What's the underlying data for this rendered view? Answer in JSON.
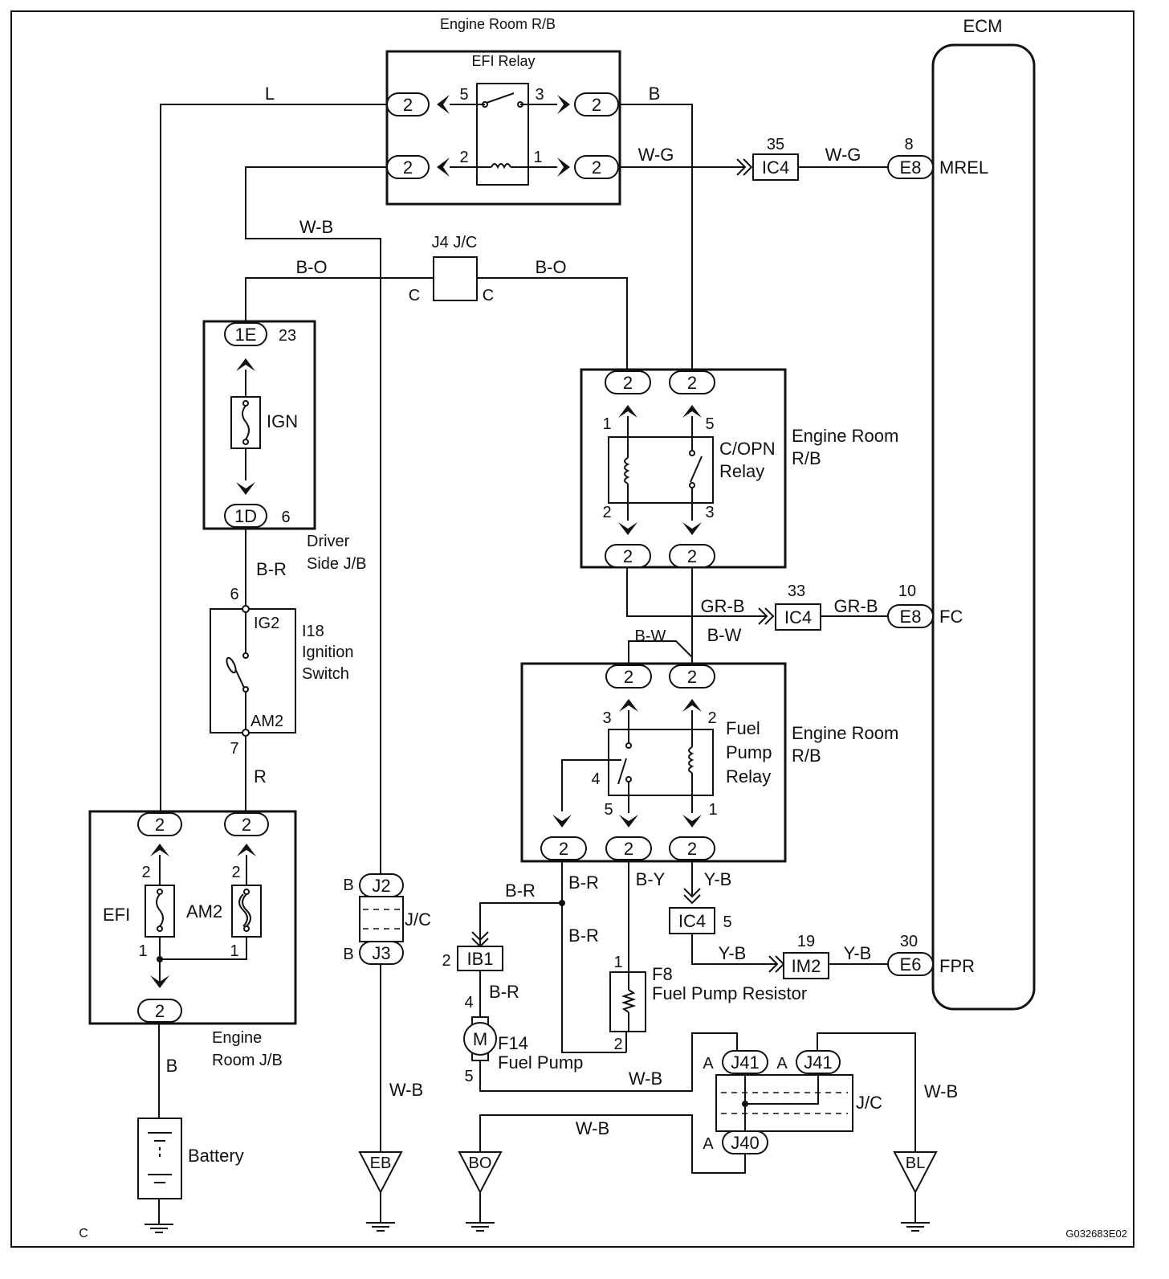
{
  "title": "Engine Room R/B",
  "efi_relay": {
    "label": "EFI Relay",
    "pin5": "5",
    "pin3": "3",
    "pin2": "2",
    "pin1": "1",
    "conn": "2"
  },
  "ecm": {
    "label": "ECM",
    "mrel": {
      "pin": "8",
      "conn": "E8",
      "name": "MREL"
    },
    "fc": {
      "pin": "10",
      "conn": "E8",
      "name": "FC"
    },
    "fpr": {
      "pin": "30",
      "conn": "E6",
      "name": "FPR"
    }
  },
  "ic4": {
    "label": "IC4",
    "pin_mrel": "35",
    "pin_fc": "33",
    "pin_fp": "5"
  },
  "wires": {
    "L": "L",
    "B": "B",
    "WG": "W-G",
    "WB": "W-B",
    "BO": "B-O",
    "BR": "B-R",
    "R": "R",
    "GRB": "GR-B",
    "BW": "B-W",
    "BY": "B-Y",
    "YB": "Y-B"
  },
  "j4": {
    "label": "J4 J/C",
    "c": "C"
  },
  "driver_jb": {
    "label_line1": "Driver",
    "label_line2": "Side J/B",
    "c1e": "1E",
    "pin23": "23",
    "fuse": "IGN",
    "c1d": "1D",
    "pin6": "6"
  },
  "copn_relay": {
    "line1": "C/OPN",
    "line2": "Relay",
    "rb1": "Engine Room",
    "rb2": "R/B",
    "p1": "1",
    "p5": "5",
    "p2": "2",
    "p3": "3",
    "conn": "2"
  },
  "ignition": {
    "id": "I18",
    "line1": "Ignition",
    "line2": "Switch",
    "ig2": "IG2",
    "am2": "AM2",
    "p6": "6",
    "p7": "7"
  },
  "fp_relay": {
    "line1": "Fuel",
    "line2": "Pump",
    "line3": "Relay",
    "rb1": "Engine Room",
    "rb2": "R/B",
    "p3": "3",
    "p2": "2",
    "p4": "4",
    "p5": "5",
    "p1": "1",
    "conn": "2"
  },
  "er_jb": {
    "line1": "Engine",
    "line2": "Room J/B",
    "efi": "EFI",
    "am2": "AM2",
    "p2a": "2",
    "p2b": "2",
    "p1a": "1",
    "p1b": "1",
    "conn": "2"
  },
  "battery": {
    "label": "Battery"
  },
  "jc_left": {
    "j2": "J2",
    "j3": "J3",
    "b": "B",
    "label": "J/C"
  },
  "ib1": {
    "label": "IB1",
    "pin": "2"
  },
  "im2": {
    "label": "IM2",
    "pin": "19"
  },
  "fuel_pump": {
    "id": "F14",
    "label": "Fuel Pump",
    "m": "M",
    "p4": "4",
    "p5": "5"
  },
  "resistor": {
    "id": "F8",
    "label": "Fuel Pump Resistor",
    "p1": "1",
    "p2": "2"
  },
  "jc_right": {
    "j41": "J41",
    "j40": "J40",
    "a": "A",
    "label": "J/C"
  },
  "grounds": {
    "eb": "EB",
    "bo": "BO",
    "bl": "BL"
  },
  "footer": {
    "corner": "C",
    "code": "G032683E02"
  }
}
